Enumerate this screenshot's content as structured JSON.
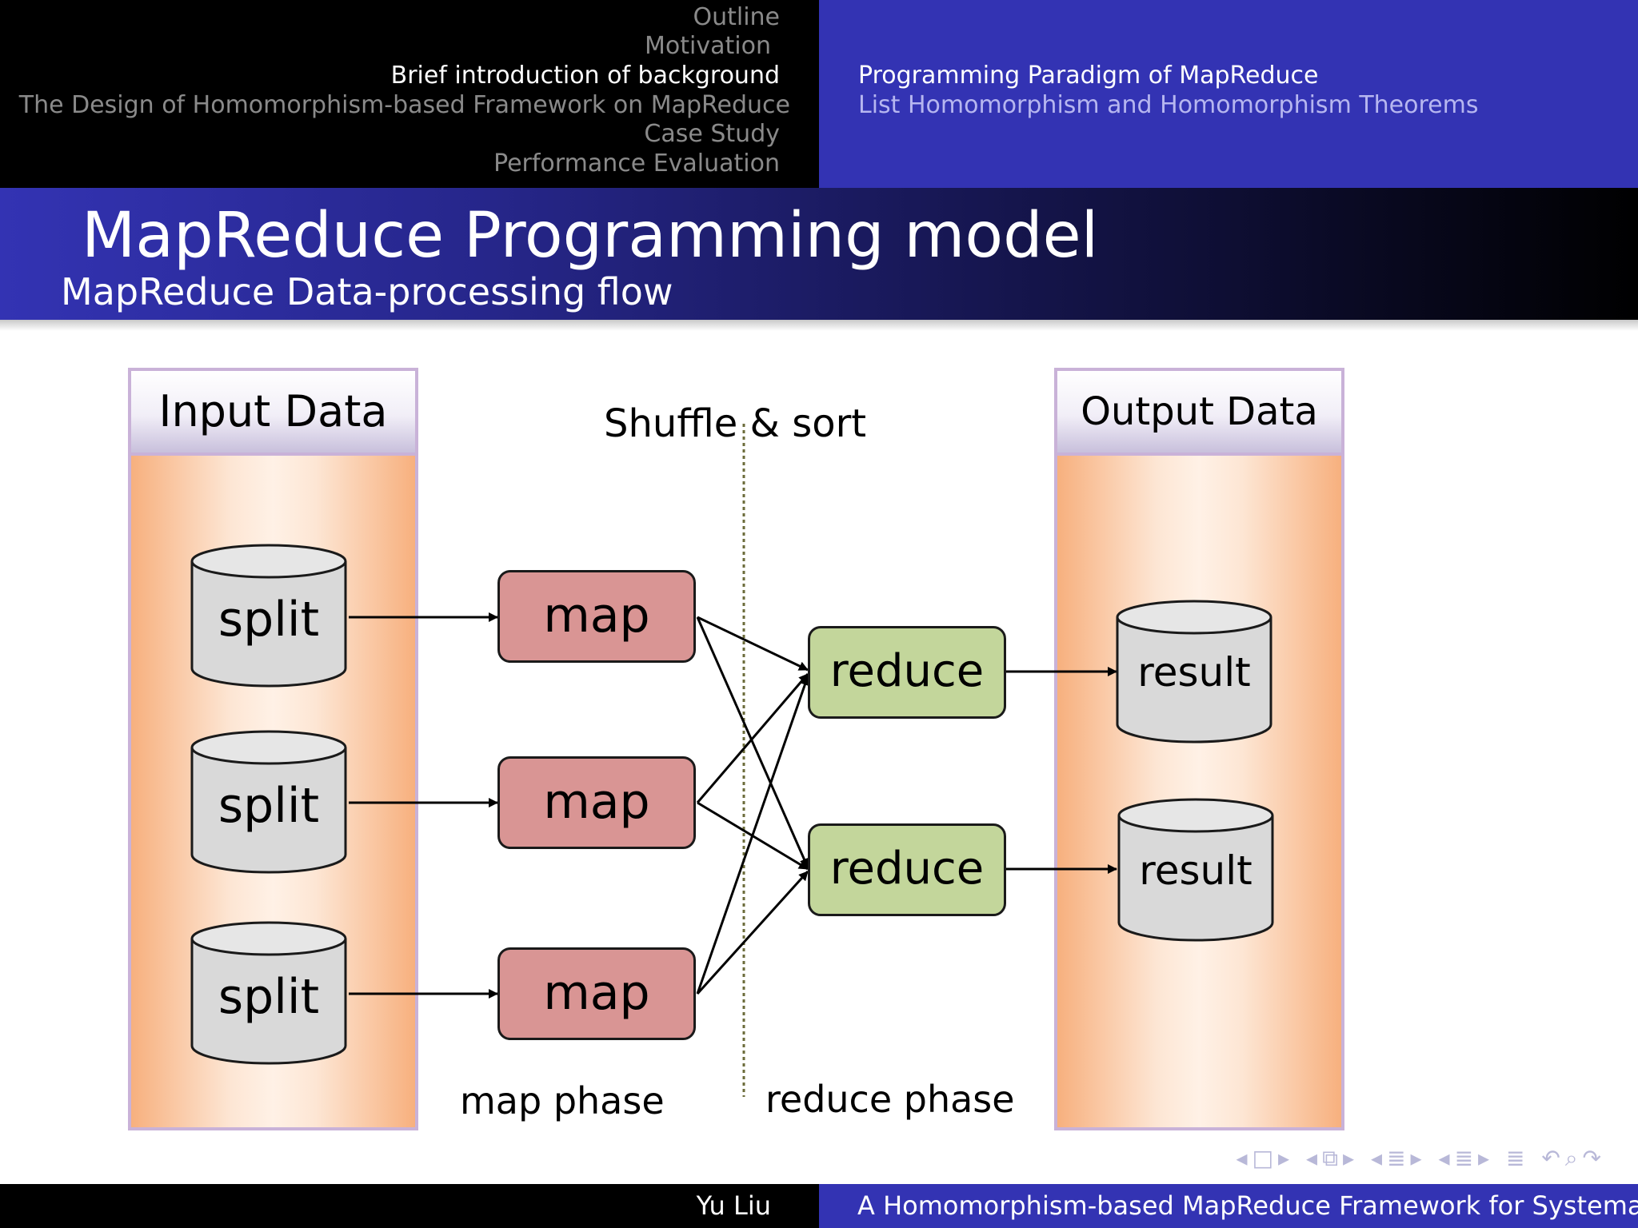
{
  "header": {
    "sections": [
      {
        "label": "Outline",
        "active": false
      },
      {
        "label": "Motivation",
        "active": false
      },
      {
        "label": "Brief introduction of background",
        "active": true
      },
      {
        "label": "The Design of Homomorphism-based Framework on MapReduce",
        "active": false
      },
      {
        "label": "Case Study",
        "active": false
      },
      {
        "label": "Performance Evaluation",
        "active": false
      }
    ],
    "subsections": [
      {
        "label": "Programming Paradigm of MapReduce",
        "active": true
      },
      {
        "label": "List Homomorphism and Homomorphism Theorems",
        "active": false
      }
    ]
  },
  "frame": {
    "title": "MapReduce Programming model",
    "subtitle": "MapReduce Data-processing flow"
  },
  "diagram": {
    "input_panel_title": "Input Data",
    "output_panel_title": "Output Data",
    "shuffle_label": "Shuffle & sort",
    "splits": [
      "split",
      "split",
      "split"
    ],
    "maps": [
      "map",
      "map",
      "map"
    ],
    "reduces": [
      "reduce",
      "reduce"
    ],
    "results": [
      "result",
      "result"
    ],
    "map_phase_label": "map phase",
    "reduce_phase_label": "reduce phase",
    "colors": {
      "map_box": "#d99594",
      "reduce_box": "#c3d69b",
      "storage": "#d9d9d9",
      "panel": "#f7b07e"
    }
  },
  "footer": {
    "author": "Yu Liu",
    "talk_title": "A Homomorphism-based MapReduce Framework for Systematic P"
  },
  "nav_icons": [
    "frame-nav-icon",
    "subsection-nav-icon",
    "section-nav-icon",
    "document-nav-icon",
    "search-icon",
    "undo-icon",
    "redo-icon"
  ]
}
